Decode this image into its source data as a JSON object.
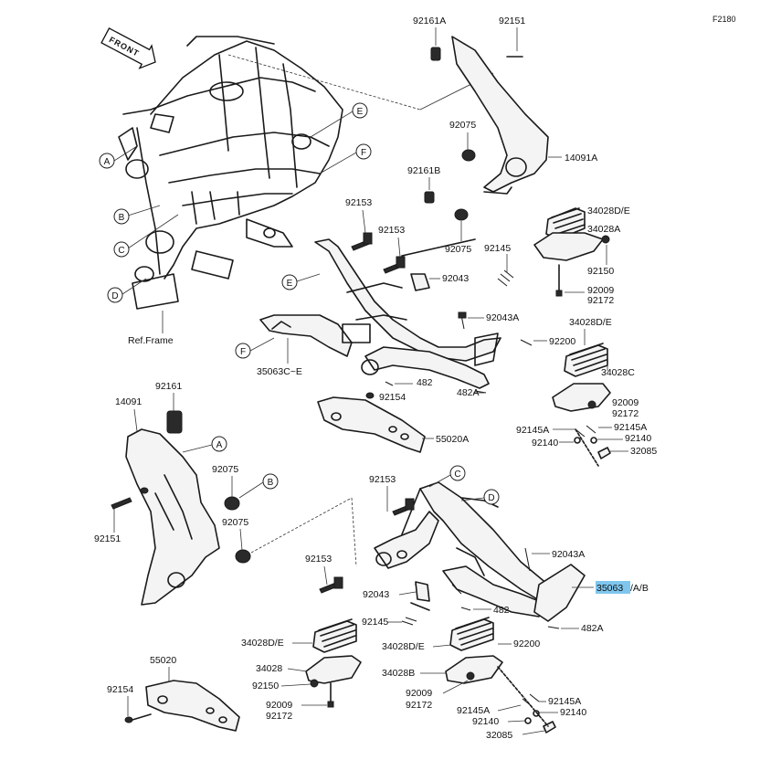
{
  "figure_code": "F2180",
  "front_label": "FRONT",
  "ref_frame": "Ref.Frame",
  "callouts": [
    "A",
    "B",
    "C",
    "D",
    "E",
    "F"
  ],
  "labels": {
    "l92161A": "92161A",
    "l92151a": "92151",
    "l92075a": "92075",
    "l14091A": "14091A",
    "l92161B": "92161B",
    "l92153a": "92153",
    "l92153b": "92153",
    "l92075b": "92075",
    "l92145a": "92145",
    "l34028DEa": "34028D/E",
    "l34028A": "34028A",
    "l92150a": "92150",
    "l92043a": "92043",
    "l92009a": "92009",
    "l92172a": "92172",
    "l92043Aa": "92043A",
    "l34028DEb": "34028D/E",
    "l92200a": "92200",
    "l35063CE": "35063C~E",
    "l34028C": "34028C",
    "l482a": "482",
    "l482A": "482A",
    "l92154a": "92154",
    "l92009b": "92009",
    "l92172b": "92172",
    "l92145Aa": "92145A",
    "l92145Ab": "92145A",
    "l92140a": "92140",
    "l92140b": "92140",
    "l55020A": "55020A",
    "l32085a": "32085",
    "l92161": "92161",
    "l14091": "14091",
    "l92075c": "92075",
    "l92075d": "92075",
    "l92151b": "92151",
    "l92153c": "92153",
    "l92153d": "92153",
    "l92043Ab": "92043A",
    "l35063": "35063",
    "l35063suffix": "/A/B",
    "l92043b": "92043",
    "l482b": "482",
    "l92145b": "92145",
    "l482Ab": "482A",
    "l34028DEc": "34028D/E",
    "l34028DEd": "34028D/E",
    "l92200b": "92200",
    "l34028": "34028",
    "l34028B": "34028B",
    "l92150b": "92150",
    "l92009c": "92009",
    "l92172c": "92172",
    "l92009d": "92009",
    "l92172d": "92172",
    "l92145Ac": "92145A",
    "l92145Ad": "92145A",
    "l92140c": "92140",
    "l92140d": "92140",
    "l32085b": "32085",
    "l55020": "55020",
    "l92154b": "92154"
  },
  "highlight_color": "#7fc6ee"
}
